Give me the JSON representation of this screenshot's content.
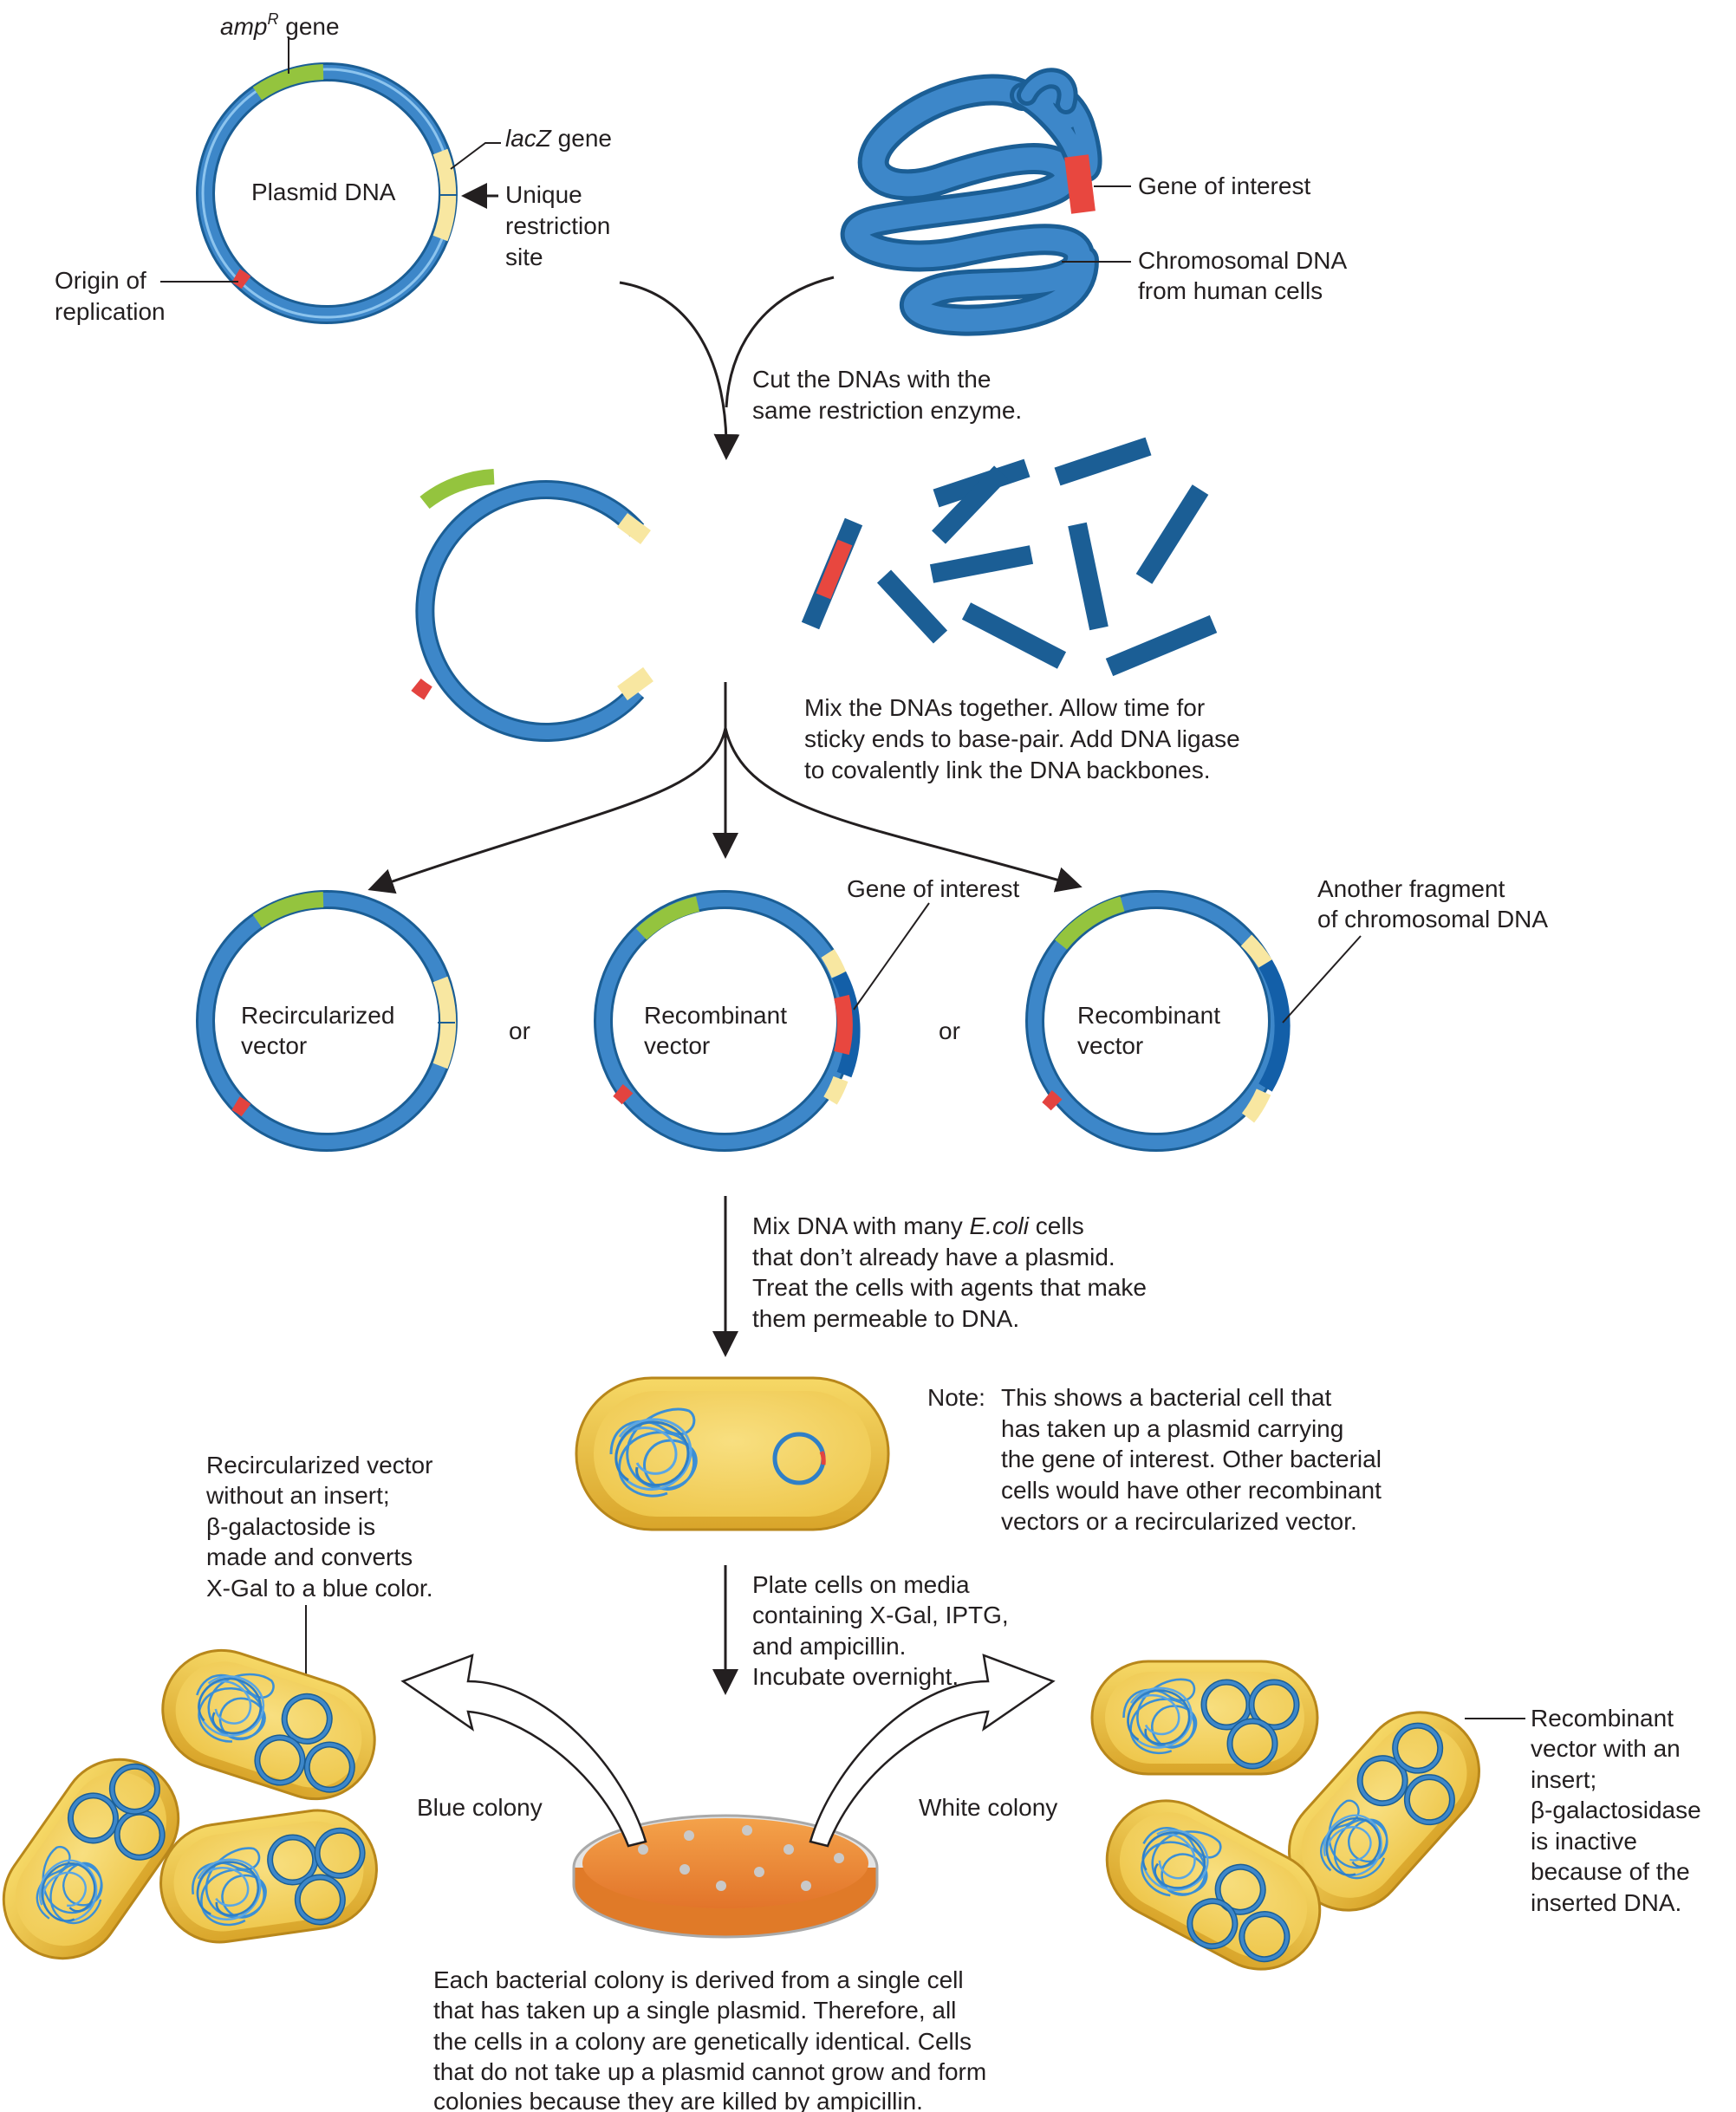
{
  "colors": {
    "plasmid_blue": "#3d87c9",
    "plasmid_edge": "#1b5e95",
    "ampR_green": "#94c43e",
    "lacZ_yellow": "#f8e7a1",
    "origin_red": "#e3433f",
    "gene_red": "#e8473f",
    "insert_blue": "#135fa8",
    "cell_gold": "#d7ab26",
    "cell_inner": "#f2cf4f",
    "plate_orange": "#ee8a2c"
  },
  "labels": {
    "ampR_italic": "amp",
    "ampR_sup": "R",
    "ampR_rest": " gene",
    "lacZ_italic": "lacZ",
    "lacZ_rest": " gene",
    "plasmid_dna": "Plasmid DNA",
    "unique_1": "Unique",
    "unique_2": "restriction",
    "unique_3": "site",
    "origin_1": "Origin of",
    "origin_2": "replication",
    "gene_of_interest": "Gene of interest",
    "chromosomal_1": "Chromosomal DNA",
    "chromosomal_2": "from human cells",
    "cut_1": "Cut the DNAs with the",
    "cut_2": "same restriction enzyme.",
    "mix_1": "Mix the DNAs together. Allow time for",
    "mix_2": "sticky ends to base-pair. Add DNA ligase",
    "mix_3": "to covalently link the DNA backbones.",
    "gene_of_interest_2": "Gene of interest",
    "another_1": "Another fragment",
    "another_2": "of chromosomal DNA",
    "recirc_1": "Recircularized",
    "recirc_2": "vector",
    "or_1": "or",
    "recomb_1": "Recombinant",
    "recomb_2": "vector",
    "or_2": "or",
    "recomb2_1": "Recombinant",
    "recomb2_2": "vector",
    "ecoli_1a": "Mix DNA with many ",
    "ecoli_1b": "E.coli",
    "ecoli_1c": " cells",
    "ecoli_2": "that don’t already have a plasmid.",
    "ecoli_3": "Treat the cells with agents that make",
    "ecoli_4": "them permeable to DNA.",
    "note_label": "Note:",
    "note_1": "This shows a bacterial cell that",
    "note_2": "has taken up a plasmid carrying",
    "note_3": "the gene of interest. Other bacterial",
    "note_4": "cells would have other recombinant",
    "note_5": "vectors or a recircularized vector.",
    "blue_desc_1": "Recircularized vector",
    "blue_desc_2": "without an insert;",
    "blue_desc_3": "β-galactoside is",
    "blue_desc_4": "made and converts",
    "blue_desc_5": "X-Gal to a blue color.",
    "plate_1": "Plate cells on media",
    "plate_2": "containing X-Gal, IPTG,",
    "plate_3": "and ampicillin.",
    "plate_4": "Incubate overnight.",
    "blue_colony": "Blue colony",
    "white_colony": "White colony",
    "white_desc_1": "Recombinant",
    "white_desc_2": "vector with an",
    "white_desc_3": "insert;",
    "white_desc_4": "β-galactosidase",
    "white_desc_5": "is inactive",
    "white_desc_6": "because of the",
    "white_desc_7": "inserted DNA.",
    "bottom_1": "Each bacterial colony is derived from a single cell",
    "bottom_2": "that has taken up a single plasmid. Therefore, all",
    "bottom_3": "the cells in a colony are genetically identical. Cells",
    "bottom_4": "that do not take up a plasmid cannot grow and form",
    "bottom_5": "colonies because they are killed by ampicillin."
  }
}
